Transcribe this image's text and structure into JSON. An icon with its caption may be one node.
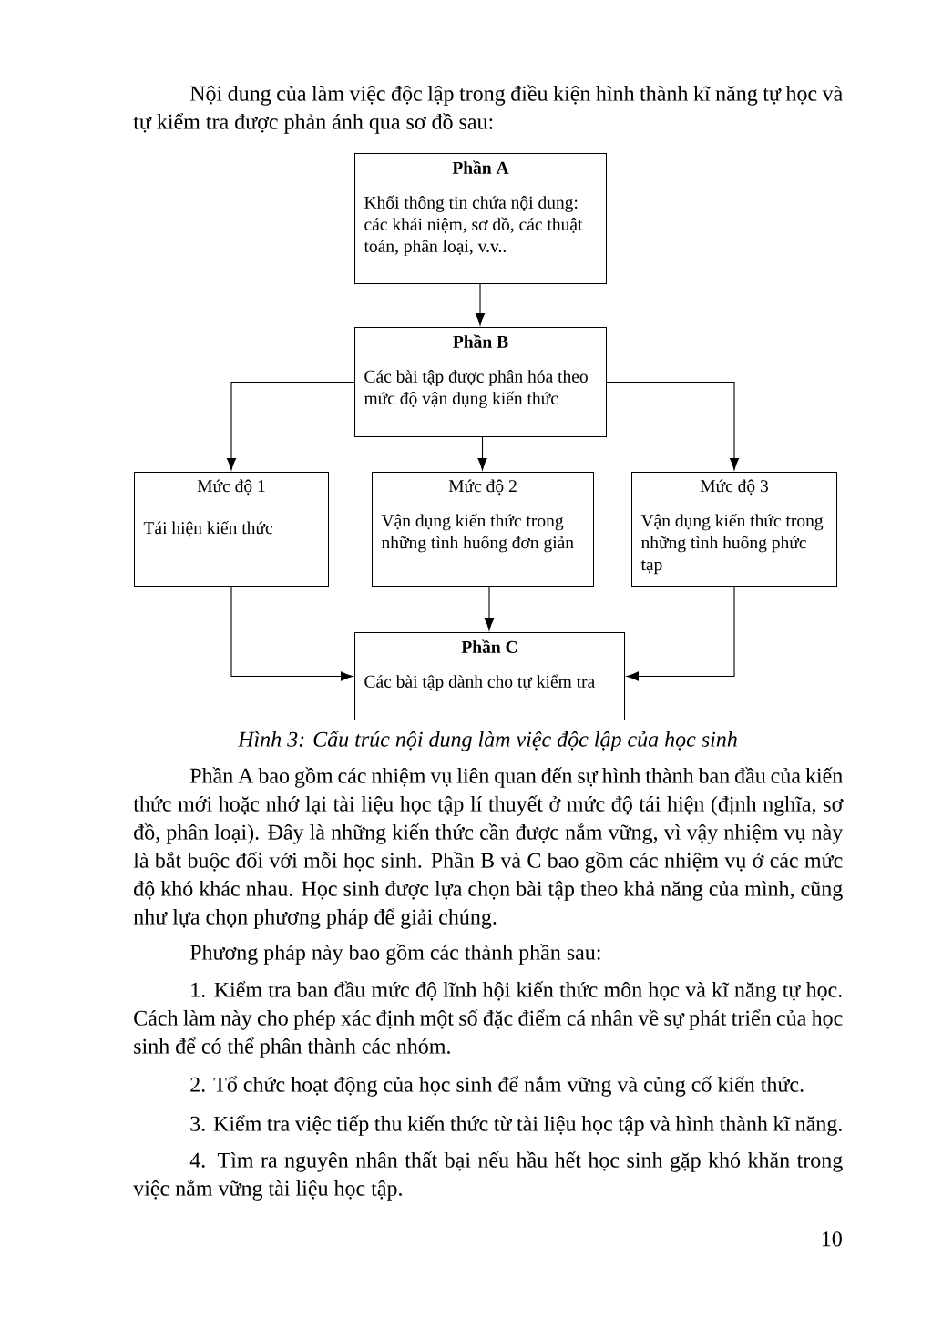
{
  "diagram": {
    "caption": "Hình 3: Cấu trúc nội dung làm việc độc lập của học sinh",
    "nodes": [
      {
        "text": [
          "Phần A",
          "Khối thông tin chứa nội dung: các khái niệm, sơ đồ, các thuật toán, phân loại, v.v.."
        ]
      },
      {
        "text": [
          "Phần B",
          "Các bài tập được phân hóa theo mức độ vận dụng kiến thức"
        ]
      },
      {
        "text": [
          "Mức độ 1",
          "Tái hiện kiến thức"
        ]
      },
      {
        "text": [
          "Mức độ 2",
          "Vận dụng kiến thức trong những tình huống đơn giản"
        ]
      },
      {
        "text": [
          "Mức độ 3",
          "Vận dụng kiến thức trong những tình huống phức tạp"
        ]
      },
      {
        "text": [
          "Phần C",
          "Các bài tập dành cho tự kiểm tra"
        ]
      }
    ],
    "edges": [
      {
        "from": 0,
        "to": 1,
        "arrow": "to"
      },
      {
        "from": 1,
        "to": 2,
        "arrow": "to"
      },
      {
        "from": 1,
        "to": 3,
        "arrow": "to"
      },
      {
        "from": 1,
        "to": 4,
        "arrow": "to"
      },
      {
        "from": 2,
        "to": 5,
        "arrow": "to"
      },
      {
        "from": 3,
        "to": 5,
        "arrow": "to"
      },
      {
        "from": 4,
        "to": 5,
        "arrow": "to"
      }
    ],
    "labels": [
      "Nội dung của làm việc độc lập trong điều kiện hình thành kĩ năng tự học và tự kiểm tra được phản ánh qua sơ đồ sau:",
      "Phần A bao gồm các nhiệm vụ liên quan đến sự hình thành ban đầu của kiến thức mới hoặc nhớ lại tài liệu học tập lí thuyết ở mức độ tái hiện (định nghĩa, sơ đồ, phân loại). Đây là những kiến thức cần được nắm vững, vì vậy nhiệm vụ này là bắt buộc đối với mỗi học sinh. Phần B và C bao gồm các nhiệm vụ ở các mức độ khó khác nhau. Học sinh được lựa chọn bài tập theo khả năng của mình, cũng như lựa chọn phương pháp để giải chúng.",
      "Phương pháp này bao gồm các thành phần sau:",
      "1. Kiểm tra ban đầu mức độ lĩnh hội kiến thức môn học và kĩ năng tự học. Cách làm này cho phép xác định một số đặc điểm cá nhân về sự phát triển của học sinh để có thể phân thành các nhóm.",
      "2. Tổ chức hoạt động của học sinh để nắm vững và củng cố kiến thức.",
      "3. Kiểm tra việc tiếp thu kiến thức từ tài liệu học tập và hình thành kĩ năng.",
      "4. Tìm ra nguyên nhân thất bại nếu hầu hết học sinh gặp khó khăn trong việc nắm vững tài liệu học tập.",
      "10"
    ]
  }
}
